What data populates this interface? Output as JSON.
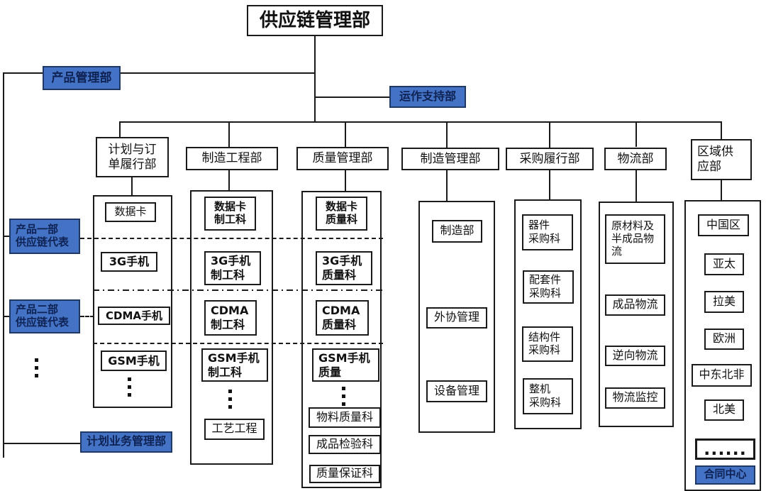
{
  "title": "供应链管理部",
  "nodes": {
    "product_mgmt": "产品管理部",
    "ops_support": "运作支持部",
    "rep1": [
      "产品一部",
      "供应链代表"
    ],
    "rep2": [
      "产品二部",
      "供应链代表"
    ],
    "plan_biz": "计划业务管理部",
    "contract_center": "合同中心"
  },
  "headers": {
    "plan_order": [
      "计划与订",
      "单履行部"
    ],
    "mfg_eng": "制造工程部",
    "quality_mgmt": "质量管理部",
    "mfg_mgmt": "制造管理部",
    "procurement": "采购履行部",
    "logistics": "物流部",
    "regional_supply": [
      "区域供",
      "应部"
    ]
  },
  "col1": {
    "items": [
      "数据卡",
      "3G手机",
      "CDMA手机",
      "GSM手机"
    ]
  },
  "col2": {
    "items2": [
      [
        "数据卡",
        "制工科"
      ],
      [
        "3G手机",
        "制工科"
      ],
      [
        "CDMA",
        "制工科"
      ],
      [
        "GSM手机",
        "制工科"
      ]
    ],
    "tail": "工艺工程"
  },
  "col3": {
    "items2": [
      [
        "数据卡",
        "质量科"
      ],
      [
        "3G手机",
        "质量科"
      ],
      [
        "CDMA",
        "质量科"
      ],
      [
        "GSM手机",
        "质量"
      ]
    ],
    "tails": [
      "物料质量科",
      "成品检验科",
      "质量保证科"
    ]
  },
  "col4": {
    "items": [
      "制造部",
      "外协管理",
      "设备管理"
    ]
  },
  "col5": {
    "items2": [
      [
        "器件",
        "采购科"
      ],
      [
        "配套件",
        "采购科"
      ],
      [
        "结构件",
        "采购科"
      ],
      [
        "整机",
        "采购科"
      ]
    ]
  },
  "col6": {
    "raw_materials": [
      "原材料及",
      "半成品物",
      "流"
    ],
    "items": [
      "成品物流",
      "逆向物流",
      "物流监控"
    ]
  },
  "col7": {
    "items": [
      "中国区",
      "亚太",
      "拉美",
      "欧洲",
      "中东北非",
      "北美"
    ],
    "ellipsis": "......"
  },
  "colors": {
    "blue_fill": "#4472C4",
    "blue_border": "#1F3864",
    "blue_text": "#0E2253",
    "line": "#1A1A1A"
  }
}
